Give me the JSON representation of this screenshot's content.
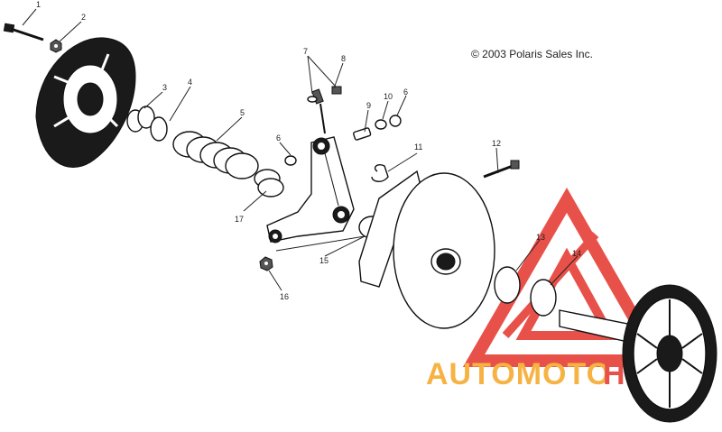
{
  "copyright": "© 2003 Polaris Sales Inc.",
  "watermark": {
    "text_left": "AUTOMOTO",
    "text_right": "HUB",
    "color_red": "#e5332a",
    "color_orange": "#f5a623"
  },
  "callouts": [
    {
      "id": "c1",
      "label": "1"
    },
    {
      "id": "c2",
      "label": "2"
    },
    {
      "id": "c3",
      "label": "3"
    },
    {
      "id": "c4",
      "label": "4"
    },
    {
      "id": "c5",
      "label": "5"
    },
    {
      "id": "c6a",
      "label": "6"
    },
    {
      "id": "c6b",
      "label": "6"
    },
    {
      "id": "c7",
      "label": "7"
    },
    {
      "id": "c8",
      "label": "8"
    },
    {
      "id": "c9",
      "label": "9"
    },
    {
      "id": "c10",
      "label": "10"
    },
    {
      "id": "c11",
      "label": "11"
    },
    {
      "id": "c12",
      "label": "12"
    },
    {
      "id": "c13",
      "label": "13"
    },
    {
      "id": "c14",
      "label": "14"
    },
    {
      "id": "c15",
      "label": "15"
    },
    {
      "id": "c16",
      "label": "16"
    },
    {
      "id": "c17",
      "label": "17"
    }
  ]
}
